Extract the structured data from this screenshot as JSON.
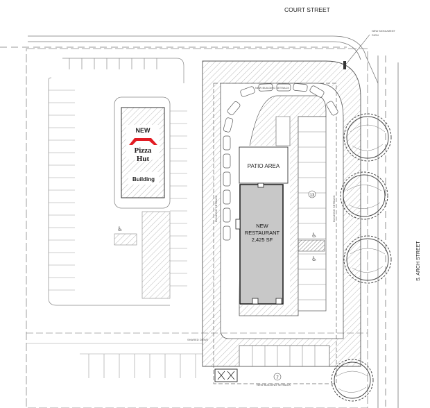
{
  "streets": {
    "north": "COURT   STREET",
    "east": "S. ARCH STREET"
  },
  "pizza_hut_pad": {
    "top_label": "NEW",
    "logo_line1": "Pizza",
    "logo_line2": "Hut",
    "bottom_label": "Building"
  },
  "restaurant": {
    "label_line1": "NEW",
    "label_line2": "RESTAURANT",
    "area": "2,425 SF"
  },
  "patio": {
    "label": "PATIO AREA"
  },
  "monument_sign": {
    "line1": "NEW MONUMENT",
    "line2": "SIGN"
  },
  "annotations": {
    "shared_drive": "SHARED",
    "drive_suffix": "DRIVE",
    "setback_top": "NEW BUILDING SETBACK",
    "setback_bottom": "NEW BUILDING SETBACK",
    "setback_left": "BUILDING SETBACK",
    "setback_right": "BUILDING SETBACK"
  },
  "stall_counts": {
    "east_row": "13",
    "south_row": "7"
  },
  "colors": {
    "line": "#555555",
    "building_fill": "#c8c8c8",
    "pizza_red": "#e21b23",
    "pizza_dark": "#231f20"
  }
}
